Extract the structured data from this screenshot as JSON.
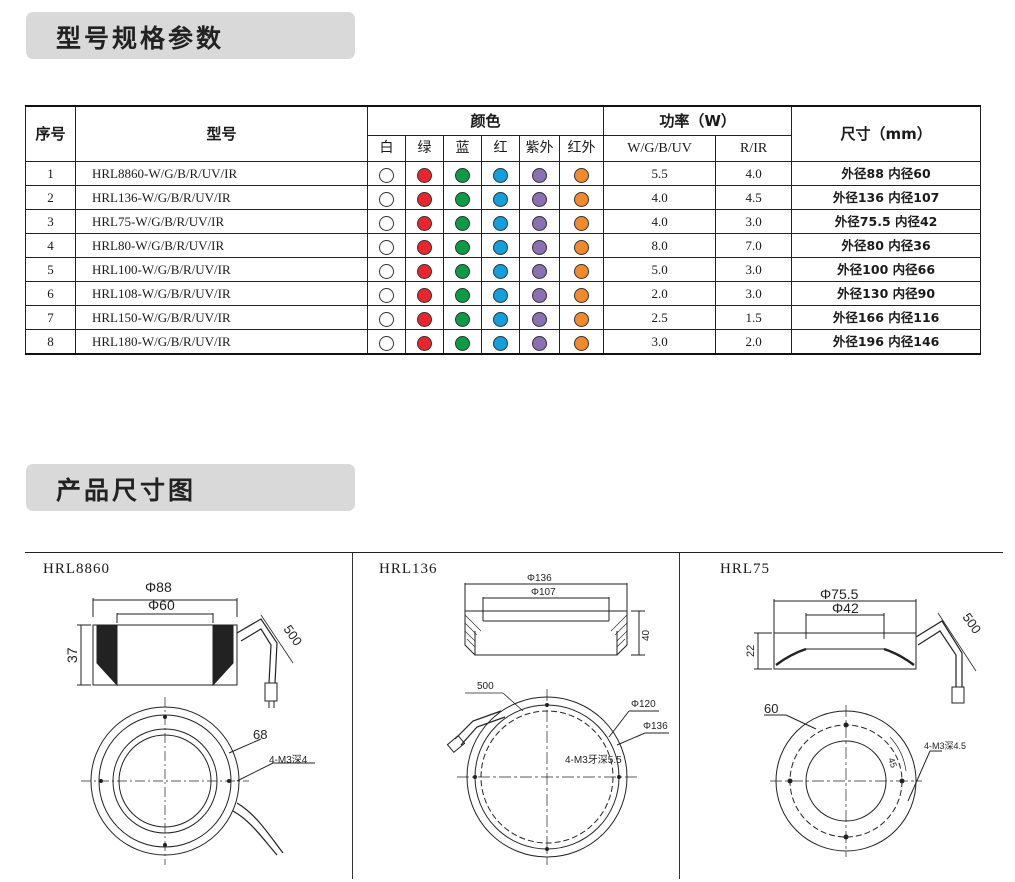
{
  "sections": {
    "spec_title": "型号规格参数",
    "dim_title": "产品尺寸图"
  },
  "table": {
    "headers": {
      "seq": "序号",
      "model": "型号",
      "color": "颜色",
      "power": "功率（W）",
      "size": "尺寸（mm）",
      "colors": [
        "白",
        "绿",
        "蓝",
        "红",
        "紫外",
        "红外"
      ],
      "power_sub": [
        "W/G/B/UV",
        "R/IR"
      ]
    },
    "dot_colors": [
      "#ffffff",
      "#e8262b",
      "#0b9a45",
      "#139fdd",
      "#8b6fb3",
      "#f28a2c"
    ],
    "rows": [
      {
        "seq": "1",
        "model": "HRL8860-W/G/B/R/UV/IR",
        "p1": "5.5",
        "p2": "4.0",
        "size": "外径88 内径60"
      },
      {
        "seq": "2",
        "model": "HRL136-W/G/B/R/UV/IR",
        "p1": "4.0",
        "p2": "4.5",
        "size": "外径136 内径107"
      },
      {
        "seq": "3",
        "model": "HRL75-W/G/B/R/UV/IR",
        "p1": "4.0",
        "p2": "3.0",
        "size": "外径75.5 内径42"
      },
      {
        "seq": "4",
        "model": "HRL80-W/G/B/R/UV/IR",
        "p1": "8.0",
        "p2": "7.0",
        "size": "外径80 内径36"
      },
      {
        "seq": "5",
        "model": "HRL100-W/G/B/R/UV/IR",
        "p1": "5.0",
        "p2": "3.0",
        "size": "外径100  内径66"
      },
      {
        "seq": "6",
        "model": "HRL108-W/G/B/R/UV/IR",
        "p1": "2.0",
        "p2": "3.0",
        "size": "外径130 内径90"
      },
      {
        "seq": "7",
        "model": "HRL150-W/G/B/R/UV/IR",
        "p1": "2.5",
        "p2": "1.5",
        "size": "外径166 内径116"
      },
      {
        "seq": "8",
        "model": "HRL180-W/G/B/R/UV/IR",
        "p1": "3.0",
        "p2": "2.0",
        "size": "外径196 内径146"
      }
    ]
  },
  "drawings": {
    "hrl8860": {
      "title": "HRL8860",
      "outer": "Φ88",
      "inner": "Φ60",
      "height": "37",
      "cable": "500",
      "ring": "68",
      "screw": "4-M3深4"
    },
    "hrl136": {
      "title": "HRL136",
      "outer": "Φ136",
      "inner": "Φ107",
      "height": "40",
      "cable": "500",
      "pcd": "Φ120",
      "od": "Φ136",
      "screw": "4-M3牙深5.5"
    },
    "hrl75": {
      "title": "HRL75",
      "outer": "Φ75.5",
      "inner": "Φ42",
      "height": "22",
      "cable": "500",
      "ring": "60",
      "angle": "45",
      "screw": "4-M3深4.5"
    }
  }
}
